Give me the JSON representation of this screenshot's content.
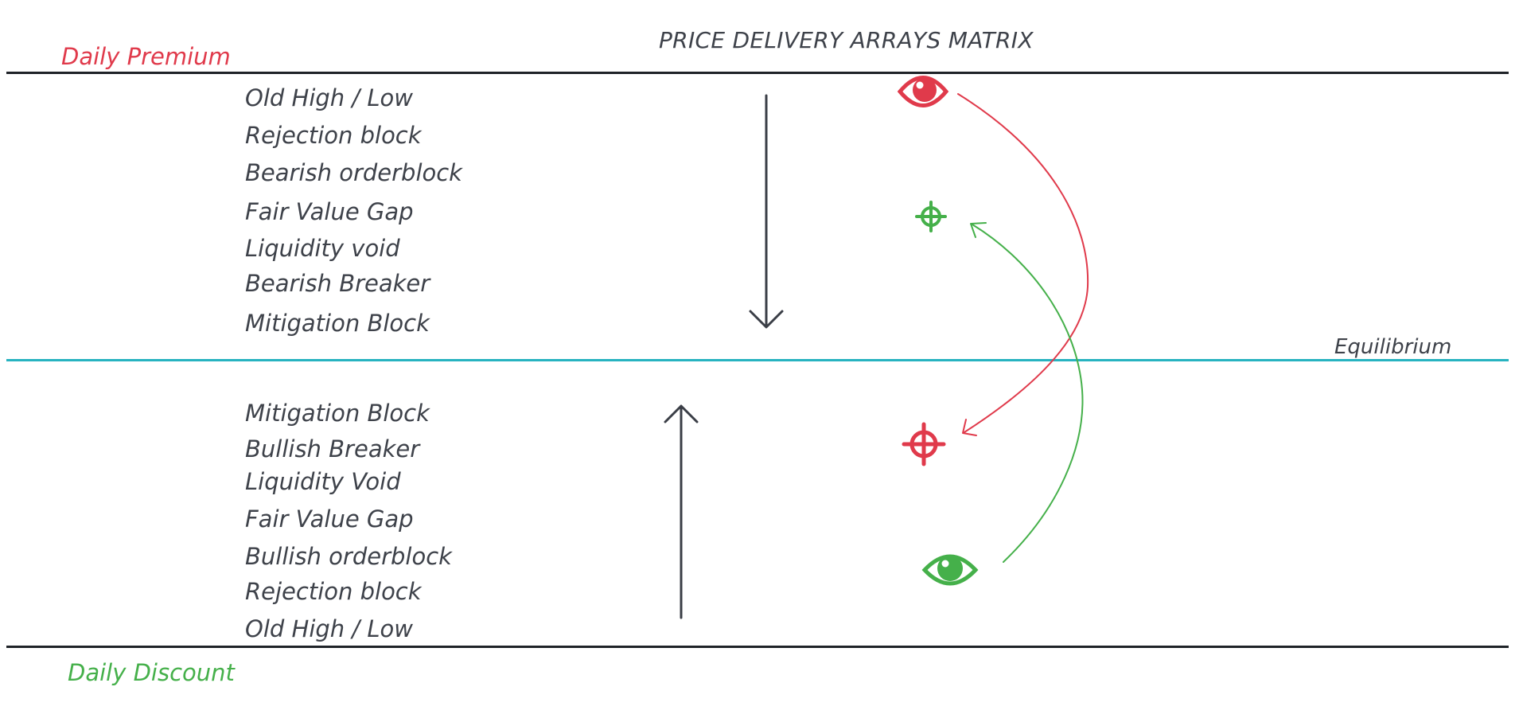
{
  "title": "PRICE DELIVERY ARRAYS MATRIX",
  "premium": {
    "label": "Daily Premium",
    "color": "#e03a4b",
    "items": [
      "Old High / Low",
      "Rejection block",
      "Bearish orderblock",
      "Fair Value Gap",
      "Liquidity void",
      "Bearish Breaker",
      "Mitigation Block"
    ]
  },
  "equilibrium": {
    "label": "Equilibrium",
    "color": "#27b3c0"
  },
  "discount": {
    "label": "Daily Discount",
    "color": "#45b04a",
    "items": [
      "Mitigation Block",
      "Bullish Breaker",
      "Liquidity Void",
      "Fair Value Gap",
      "Bullish orderblock",
      "Rejection block",
      "Old High / Low"
    ]
  },
  "icons": {
    "premium_watch": "eye-icon",
    "premium_target": "crosshair-icon",
    "discount_watch": "eye-icon",
    "discount_target": "crosshair-icon"
  },
  "colors": {
    "text": "#3e424a",
    "arrow": "#3a3e46",
    "red": "#e03a4b",
    "green": "#45b04a",
    "teal": "#27b3c0",
    "line": "#1f2328"
  }
}
